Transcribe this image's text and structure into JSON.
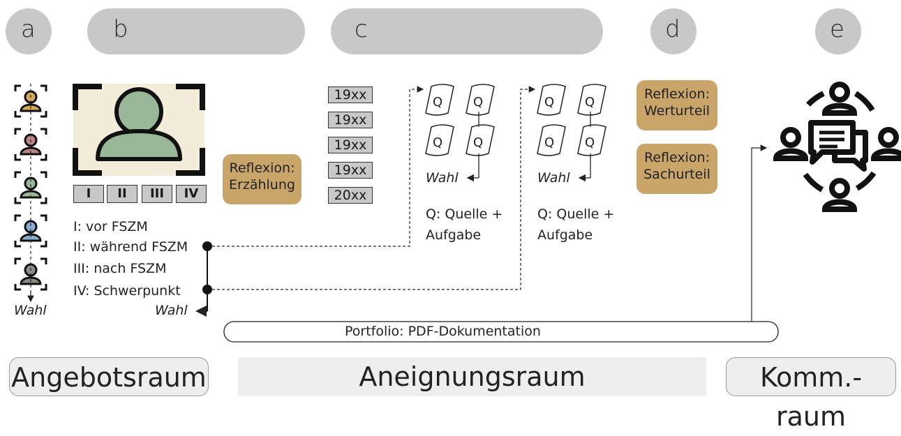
{
  "stages": {
    "a": "a",
    "b": "b",
    "c": "c",
    "d": "d",
    "e": "e"
  },
  "years": [
    "19xx",
    "19xx",
    "19xx",
    "19xx",
    "20xx"
  ],
  "roman": [
    "I",
    "II",
    "III",
    "IV"
  ],
  "phases": [
    "I: vor FSZM",
    "II: während FSZM",
    "III: nach FSZM",
    "IV: Schwerpunkt"
  ],
  "wahl": "Wahl",
  "reflexion": {
    "erzaehlung": [
      "Reflexion:",
      "Erzählung"
    ],
    "werturteil": [
      "Reflexion:",
      "Werturteil"
    ],
    "sachurteil": [
      "Reflexion:",
      "Sachurteil"
    ]
  },
  "quelle_note": [
    "Q: Quelle +",
    "Aufgabe"
  ],
  "q_letter": "Q",
  "portfolio": "Portfolio: PDF-Dokumentation",
  "rooms": {
    "angebot": "Angebotsraum",
    "aneignung": "Aneignungsraum",
    "komm": "Komm.-raum"
  },
  "colors": {
    "pill": "#c8c8c8",
    "reflexion": "#c9a569",
    "person_orange": "#d6a85c",
    "person_rose": "#b98482",
    "person_green": "#9bb79a",
    "person_blue": "#8aaed0",
    "person_gray": "#8b8b86",
    "portrait_fill": "#9bb79a"
  }
}
